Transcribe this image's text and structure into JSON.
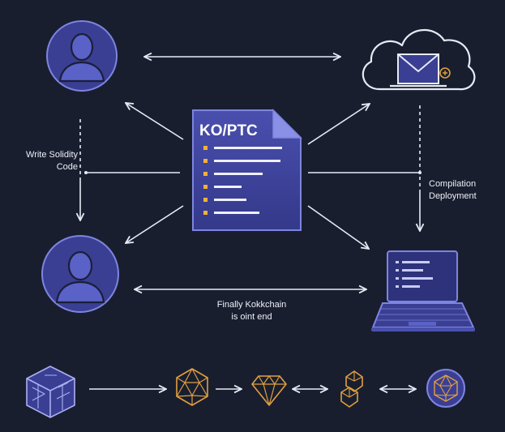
{
  "document": {
    "title": "KO/PTC"
  },
  "labels": {
    "write_line1": "Write Solidity",
    "write_line2": "Code",
    "compile_line1": "Compilation",
    "compile_line2": "Deployment",
    "final_line1": "Finally Kokkchain",
    "final_line2": "is oint end"
  },
  "colors": {
    "background": "#191e2f",
    "node_fill": "#3a3f93",
    "node_stroke": "#7d85e0",
    "arrow": "#e8ebf5",
    "accent_gold": "#e0a040",
    "doc_bullet": "#f2b23a"
  },
  "icons": {
    "user_top": "user-icon",
    "user_bottom": "user-icon",
    "cloud": "cloud-mail-icon",
    "document": "document-icon",
    "laptop": "laptop-code-icon",
    "chain": [
      "cube-icon",
      "icosahedron-icon",
      "gem-icon",
      "chain-link-icon",
      "circle-icosahedron-icon"
    ]
  }
}
